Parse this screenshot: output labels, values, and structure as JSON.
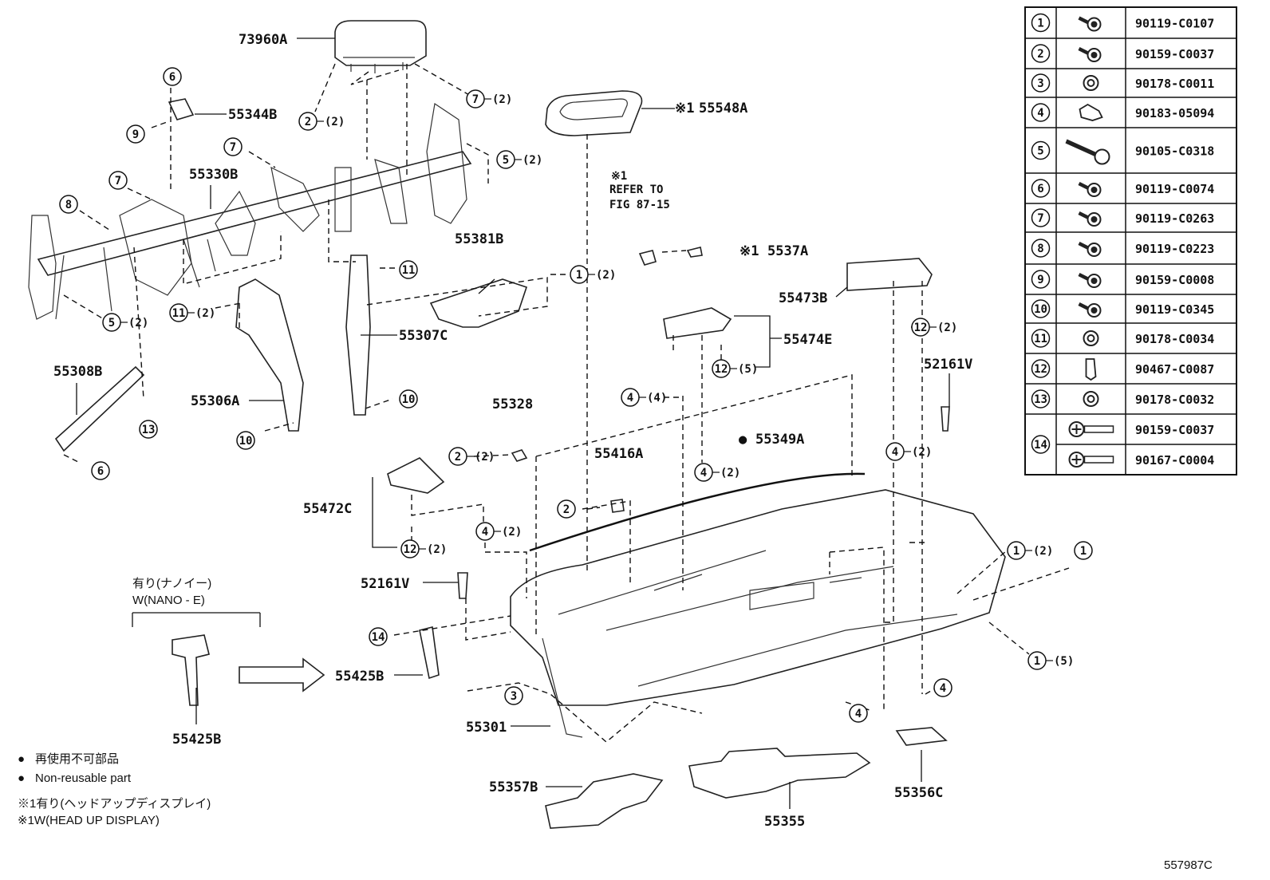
{
  "diagram": {
    "parts": [
      {
        "id": "73960a",
        "label": "73960A"
      },
      {
        "id": "55344b",
        "label": "55344B"
      },
      {
        "id": "55548a",
        "label": "55548A",
        "prefix": "※1"
      },
      {
        "id": "55330b",
        "label": "55330B"
      },
      {
        "id": "55381b",
        "label": "55381B"
      },
      {
        "id": "55537a",
        "label": "5537A",
        "prefix": "※1"
      },
      {
        "id": "55473b",
        "label": "55473B"
      },
      {
        "id": "55474e",
        "label": "55474E"
      },
      {
        "id": "55307c",
        "label": "55307C"
      },
      {
        "id": "55308b",
        "label": "55308B"
      },
      {
        "id": "55306a",
        "label": "55306A"
      },
      {
        "id": "55328",
        "label": "55328"
      },
      {
        "id": "55349a",
        "label": "55349A"
      },
      {
        "id": "52161v-r",
        "label": "52161V"
      },
      {
        "id": "55416a",
        "label": "55416A"
      },
      {
        "id": "55472c",
        "label": "55472C"
      },
      {
        "id": "52161v-l",
        "label": "52161V"
      },
      {
        "id": "55425b-main",
        "label": "55425B"
      },
      {
        "id": "55425b-inset",
        "label": "55425B"
      },
      {
        "id": "55301",
        "label": "55301"
      },
      {
        "id": "55357b",
        "label": "55357B"
      },
      {
        "id": "55355",
        "label": "55355"
      },
      {
        "id": "55356c",
        "label": "55356C"
      }
    ],
    "refer": {
      "mark": "※1",
      "line1": "REFER TO",
      "line2": "FIG 87-15"
    },
    "inset": {
      "line1": "有り(ナノイー)",
      "line2": "W(NANO - E)"
    },
    "legend": {
      "bullet": "●",
      "line1": "再使用不可部品",
      "line2": "Non-reusable part",
      "line3": "※1有り(ヘッドアップディスプレイ)",
      "line4": "※1W(HEAD UP DISPLAY)"
    },
    "figure_id": "557987C",
    "callouts": [
      {
        "id": "c1",
        "n": "6",
        "q": ""
      },
      {
        "id": "c2",
        "n": "9",
        "q": ""
      },
      {
        "id": "c3",
        "n": "2",
        "q": "(2)"
      },
      {
        "id": "c4",
        "n": "7",
        "q": "(2)"
      },
      {
        "id": "c5",
        "n": "7",
        "q": ""
      },
      {
        "id": "c6",
        "n": "5",
        "q": "(2)"
      },
      {
        "id": "c7",
        "n": "7",
        "q": ""
      },
      {
        "id": "c8",
        "n": "8",
        "q": ""
      },
      {
        "id": "c9",
        "n": "11",
        "q": ""
      },
      {
        "id": "c10",
        "n": "1",
        "q": "(2)"
      },
      {
        "id": "c11",
        "n": "11",
        "q": "(2)"
      },
      {
        "id": "c12",
        "n": "5",
        "q": "(2)"
      },
      {
        "id": "c13",
        "n": "12",
        "q": "(2)"
      },
      {
        "id": "c14",
        "n": "12",
        "q": "(5)"
      },
      {
        "id": "c15",
        "n": "10",
        "q": ""
      },
      {
        "id": "c16",
        "n": "4",
        "q": "(4)"
      },
      {
        "id": "c17",
        "n": "13",
        "q": ""
      },
      {
        "id": "c18",
        "n": "10",
        "q": ""
      },
      {
        "id": "c19",
        "n": "6",
        "q": ""
      },
      {
        "id": "c20",
        "n": "2",
        "q": "(2)"
      },
      {
        "id": "c21",
        "n": "4",
        "q": "(2)"
      },
      {
        "id": "c22",
        "n": "4",
        "q": "(2)"
      },
      {
        "id": "c23",
        "n": "2",
        "q": ""
      },
      {
        "id": "c24",
        "n": "4",
        "q": "(2)"
      },
      {
        "id": "c25",
        "n": "12",
        "q": "(2)"
      },
      {
        "id": "c26",
        "n": "1",
        "q": "(2)"
      },
      {
        "id": "c27",
        "n": "1",
        "q": ""
      },
      {
        "id": "c28",
        "n": "14",
        "q": ""
      },
      {
        "id": "c29",
        "n": "1",
        "q": "(5)"
      },
      {
        "id": "c30",
        "n": "3",
        "q": ""
      },
      {
        "id": "c31",
        "n": "4",
        "q": ""
      },
      {
        "id": "c32",
        "n": "4",
        "q": ""
      }
    ]
  },
  "fastener_table": {
    "rows": [
      {
        "n": "1",
        "icon": "bolt-washer",
        "part": "90119-C0107"
      },
      {
        "n": "2",
        "icon": "bolt-washer",
        "part": "90159-C0037"
      },
      {
        "n": "3",
        "icon": "nut",
        "part": "90178-C0011"
      },
      {
        "n": "4",
        "icon": "clip-nut",
        "part": "90183-05094"
      },
      {
        "n": "5",
        "icon": "long-bolt",
        "part": "90105-C0318"
      },
      {
        "n": "6",
        "icon": "bolt-washer",
        "part": "90119-C0074"
      },
      {
        "n": "7",
        "icon": "bolt-washer",
        "part": "90119-C0263"
      },
      {
        "n": "8",
        "icon": "bolt-washer",
        "part": "90119-C0223"
      },
      {
        "n": "9",
        "icon": "bolt-washer",
        "part": "90159-C0008"
      },
      {
        "n": "10",
        "icon": "bolt-washer",
        "part": "90119-C0345"
      },
      {
        "n": "11",
        "icon": "nut",
        "part": "90178-C0034"
      },
      {
        "n": "12",
        "icon": "clip",
        "part": "90467-C0087"
      },
      {
        "n": "13",
        "icon": "nut",
        "part": "90178-C0032"
      },
      {
        "n": "14",
        "icon": "screw",
        "part": "90159-C0037"
      },
      {
        "n": "",
        "icon": "screw",
        "part": "90167-C0004"
      }
    ]
  }
}
